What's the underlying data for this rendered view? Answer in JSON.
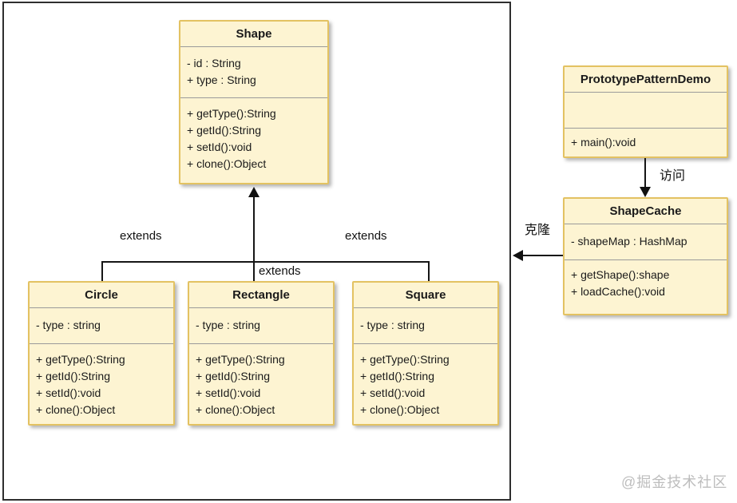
{
  "diagram": {
    "title": "Prototype pattern UML class diagram",
    "classes": [
      {
        "name": "Shape",
        "attributes": [
          "- id : String",
          "+ type : String"
        ],
        "methods": [
          "+ getType():String",
          "+ getId():String",
          "+ setId():void",
          "+ clone():Object"
        ]
      },
      {
        "name": "PrototypePatternDemo",
        "attributes": [],
        "methods": [
          "+ main():void"
        ]
      },
      {
        "name": "ShapeCache",
        "attributes": [
          "- shapeMap : HashMap"
        ],
        "methods": [
          "+ getShape():shape",
          "+ loadCache():void"
        ]
      },
      {
        "name": "Circle",
        "attributes": [
          "- type : string"
        ],
        "methods": [
          "+ getType():String",
          "+ getId():String",
          "+ setId():void",
          "+ clone():Object"
        ]
      },
      {
        "name": "Rectangle",
        "attributes": [
          "- type : string"
        ],
        "methods": [
          "+ getType():String",
          "+ getId():String",
          "+ setId():void",
          "+ clone():Object"
        ]
      },
      {
        "name": "Square",
        "attributes": [
          "- type : string"
        ],
        "methods": [
          "+ getType():String",
          "+ getId():String",
          "+ setId():void",
          "+ clone():Object"
        ]
      }
    ],
    "edge_labels": {
      "extends_left": "extends",
      "extends_center": "extends",
      "extends_right": "extends",
      "visit": "访问",
      "clone": "克隆"
    },
    "watermark": "@掘金技术社区",
    "colors": {
      "box_fill": "#fdf4d2",
      "box_border": "#e3c262",
      "frame_border": "#2e2e2e",
      "line": "#151515",
      "divider": "#9a9a9a",
      "watermark": "#bdbdbd"
    }
  }
}
